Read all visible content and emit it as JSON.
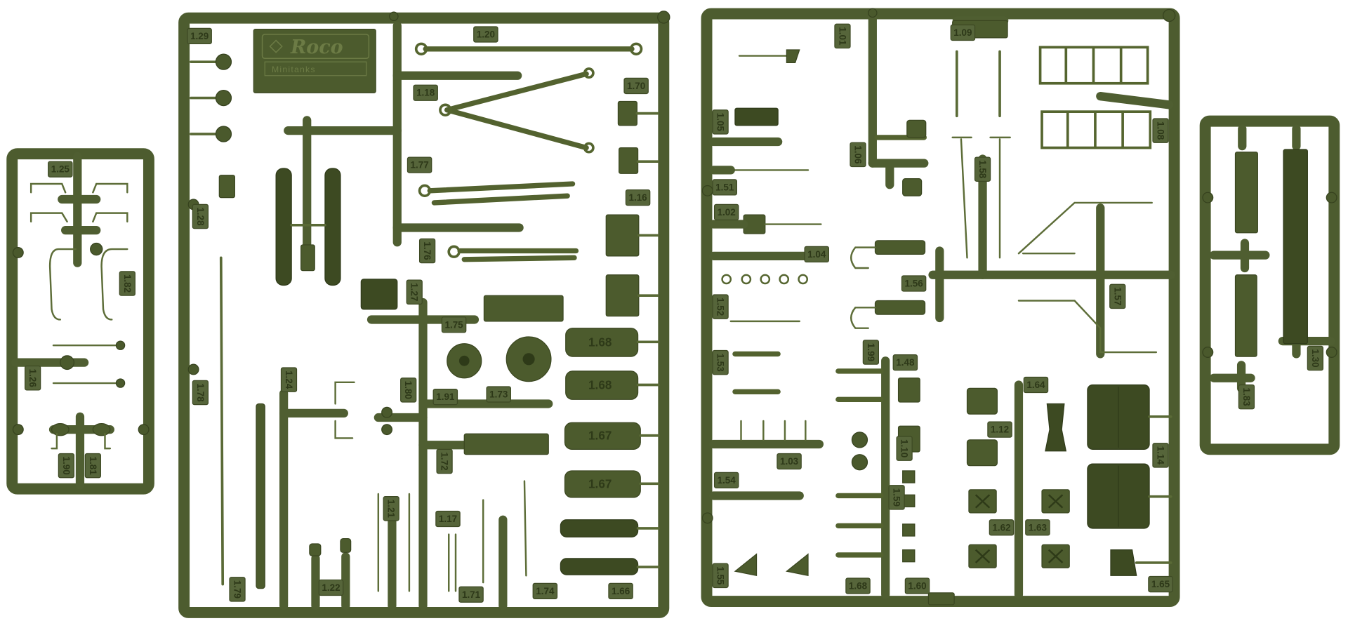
{
  "logo": {
    "brand": "Roco",
    "line": "Minitanks"
  },
  "pad_labels": [
    "1.68",
    "1.68",
    "1.67",
    "1.67"
  ],
  "sprue_a": {
    "labels": [
      "1.25",
      "1.82",
      "1.26",
      "1.90",
      "1.81"
    ]
  },
  "sprue_b": {
    "labels": [
      "1.29",
      "1.20",
      "1.18",
      "1.70",
      "1.77",
      "1.16",
      "1.28",
      "1.76",
      "1.27",
      "1.75",
      "1.78",
      "1.24",
      "1.80",
      "1.91",
      "1.73",
      "1.72",
      "1.17",
      "1.21",
      "1.22",
      "1.79",
      "1.71",
      "1.74",
      "1.66"
    ]
  },
  "sprue_c": {
    "labels": [
      "1.01",
      "1.09",
      "1.05",
      "1.06",
      "1.58",
      "1.08",
      "1.51",
      "1.02",
      "1.04",
      "1.56",
      "1.57",
      "1.52",
      "1.53",
      "1.99",
      "1.48",
      "1.64",
      "1.12",
      "1.10",
      "1.14",
      "1.03",
      "1.54",
      "1.59",
      "1.62",
      "1.63",
      "1.55",
      "1.68",
      "1.60",
      "1.65"
    ]
  },
  "sprue_d": {
    "labels": [
      "1.30",
      "1.83"
    ]
  },
  "colors": {
    "plastic": "#4d5c2f",
    "background": "#ffffff"
  }
}
